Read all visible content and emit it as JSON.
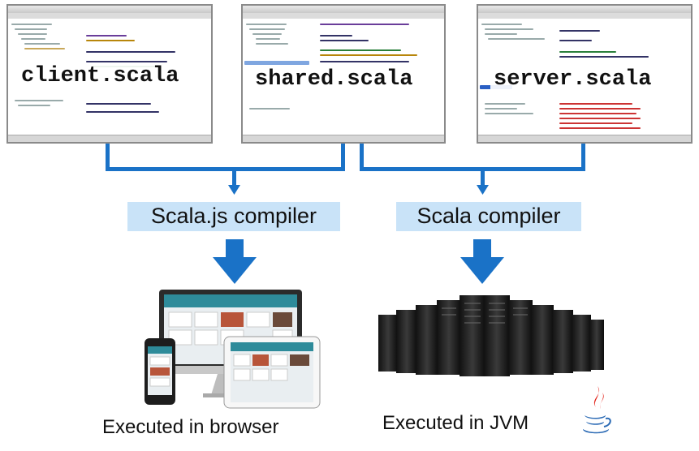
{
  "screenshots": [
    {
      "label": "client.scala"
    },
    {
      "label": "shared.scala"
    },
    {
      "label": "server.scala"
    }
  ],
  "compilers": [
    {
      "label": "Scala.js compiler"
    },
    {
      "label": "Scala compiler"
    }
  ],
  "outputs": [
    {
      "label": "Executed in browser"
    },
    {
      "label": "Executed in JVM"
    }
  ],
  "colors": {
    "connector": "#1a72c7",
    "compiler_box": "#c9e3f8"
  },
  "icons": [
    "devices-icon",
    "server-rack-icon",
    "java-logo-icon"
  ]
}
